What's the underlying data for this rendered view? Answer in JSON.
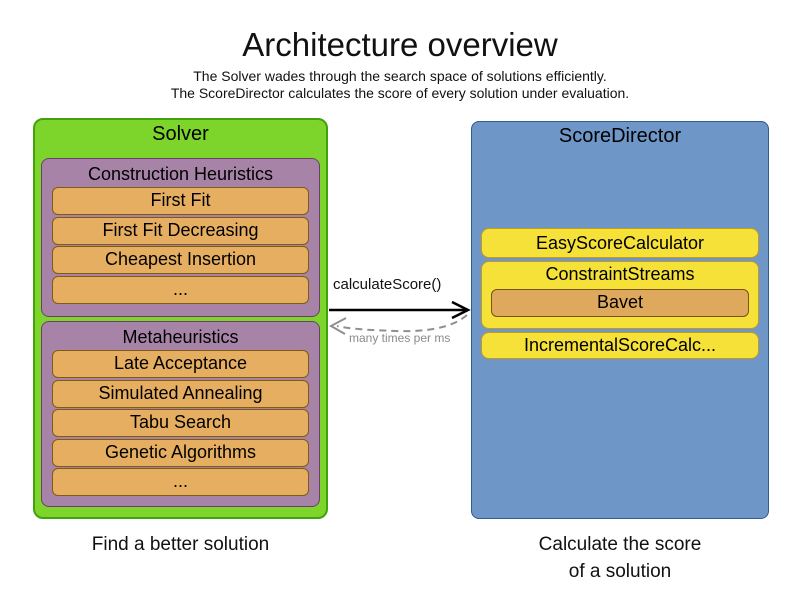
{
  "header": {
    "title": "Architecture overview",
    "subtitle1": "The Solver wades through the search space of solutions efficiently.",
    "subtitle2": "The ScoreDirector calculates the score of every solution under evaluation."
  },
  "solver": {
    "title": "Solver",
    "caption": "Find a better solution",
    "groups": [
      {
        "title": "Construction Heuristics",
        "items": [
          "First Fit",
          "First Fit Decreasing",
          "Cheapest Insertion",
          "..."
        ]
      },
      {
        "title": "Metaheuristics",
        "items": [
          "Late Acceptance",
          "Simulated Annealing",
          "Tabu Search",
          "Genetic Algorithms",
          "..."
        ]
      }
    ]
  },
  "score_director": {
    "title": "ScoreDirector",
    "caption_line1": "Calculate the score",
    "caption_line2": "of a solution",
    "items": [
      {
        "label": "EasyScoreCalculator"
      },
      {
        "label": "ConstraintStreams",
        "sub_items": [
          "Bavet"
        ]
      },
      {
        "label": "IncrementalScoreCalc..."
      }
    ]
  },
  "connection": {
    "call_label": "calculateScore()",
    "frequency_label": "many times per ms"
  },
  "colors": {
    "solver_fill": "#7dd42b",
    "solver_border": "#44a10e",
    "group_fill": "#a784a7",
    "group_border": "#6b3f6b",
    "item_fill": "#e6ae60",
    "item_border": "#805b10",
    "score_director_fill": "#6e97c8",
    "score_director_border": "#2f5b94",
    "calculator_fill": "#f6e139",
    "calculator_border": "#c49a1c",
    "bavet_fill": "#dfa95d",
    "bavet_border": "#785410",
    "solid_arrow": "#000000",
    "dashed_arrow": "#8f8f8f"
  }
}
